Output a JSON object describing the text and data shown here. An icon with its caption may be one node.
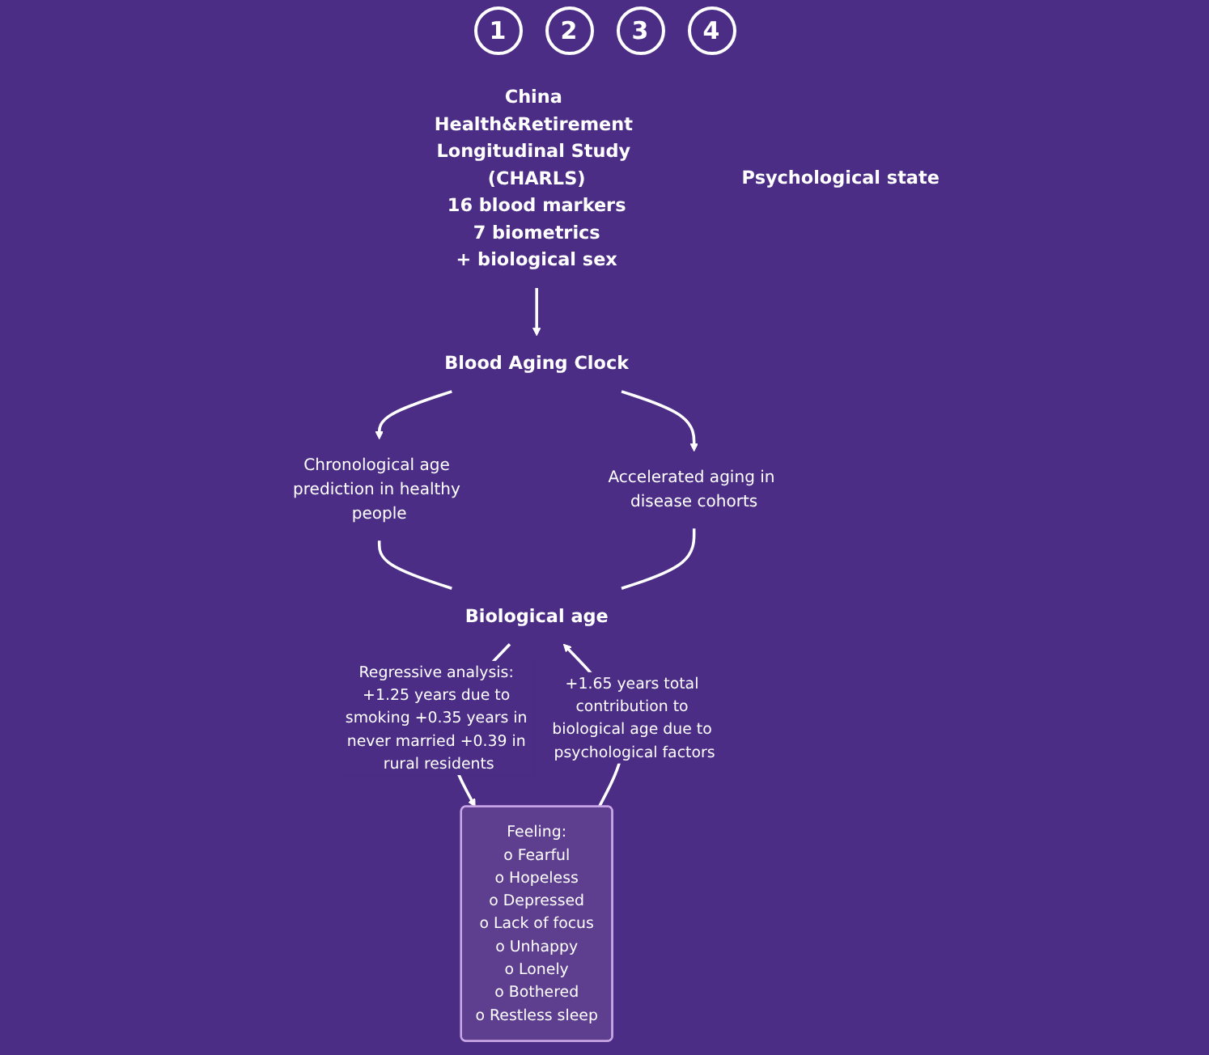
{
  "diagram": {
    "nodes": [
      {
        "text": [
          "China Health&Retirement Longitudinal Study (CHARLS)"
        ],
        "beside": [
          "16 blood markers",
          "7 biometrics",
          "+ biological sex"
        ]
      },
      {
        "text": [
          "Blood Aging Clock"
        ]
      },
      {
        "text": [
          "Chronological age prediction in healthy people"
        ]
      },
      {
        "text": [
          "Accelerated aging in disease cohorts"
        ]
      },
      {
        "text": [
          "Biological age"
        ]
      },
      {
        "text": [
          "Psychological state"
        ]
      },
      {
        "text": [
          "Feeling:",
          "o Fearful",
          "o Hopeless",
          "o Depressed",
          "o Lack of focus",
          "o Unhappy",
          "o Lonely",
          "o Bothered",
          "o Restless sleep"
        ]
      }
    ],
    "edges": [
      {
        "from": 0,
        "to": 1,
        "arrow": "to"
      },
      {
        "from": 1,
        "to": 2,
        "arrow": "to"
      },
      {
        "from": 1,
        "to": 3,
        "arrow": "to"
      },
      {
        "from": 2,
        "to": 4,
        "arrow": "none"
      },
      {
        "from": 3,
        "to": 4,
        "arrow": "none"
      },
      {
        "from": 4,
        "to": 6,
        "arrow": "to",
        "label": "Regressive analysis: +1.25 years due to smoking +0.35 years in never married +0.39 in rural residents"
      },
      {
        "from": 6,
        "to": 4,
        "arrow": "to",
        "label": "+1.65 years total contribution to biological age due to psychological factors"
      }
    ],
    "labels": [
      "1",
      "2",
      "3",
      "4"
    ]
  }
}
